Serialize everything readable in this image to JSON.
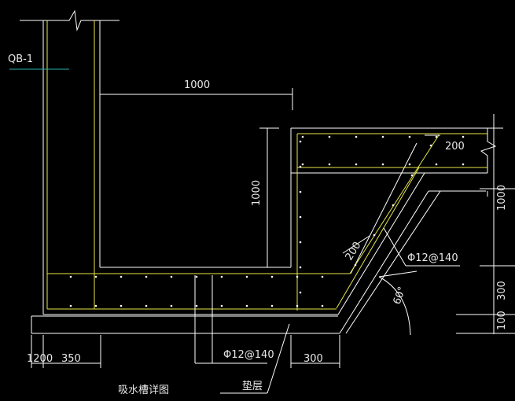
{
  "drawing": {
    "title": "吸水槽详图",
    "wall_tag": "QB-1",
    "dims": {
      "top_width": "1000",
      "cut_width": "200",
      "left_height": "1000",
      "slope_thickness": "200",
      "right_upper": "1000",
      "right_mid": "300",
      "right_low": "100",
      "bottom_1200": "1200",
      "bottom_350": "350",
      "bottom_300": "300"
    },
    "rebar": {
      "slope_bar": "Φ12@140",
      "bottom_bar": "Φ12@140"
    },
    "angle": "60°",
    "leader_note": "垫层"
  },
  "colors": {
    "outline": "#ffffff",
    "rebar": "#e6e64a",
    "dim": "#ffffff",
    "tag_line": "#2ab0b0"
  }
}
